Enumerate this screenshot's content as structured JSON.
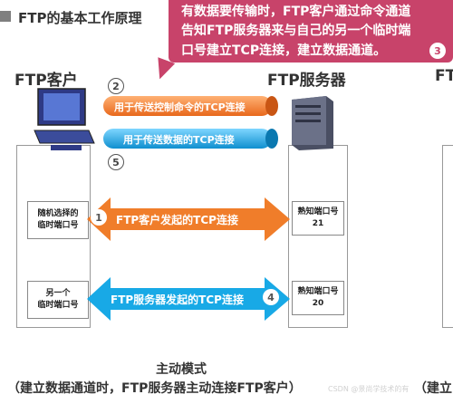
{
  "header": {
    "title": "FTP的基本工作原理"
  },
  "callout": {
    "lines": [
      "有数据要传输时，FTP客户通过命令通道",
      "告知FTP服务器来与自己的另一个临时端",
      "口号建立TCP连接，建立数据通道。"
    ],
    "step": "3"
  },
  "client": {
    "title": "FTP客户"
  },
  "server": {
    "title": "FTP服务器"
  },
  "right_cut_title": "FT",
  "pipes": {
    "control": {
      "label": "用于传送控制命令的TCP连接",
      "step": "2"
    },
    "data": {
      "label": "用于传送数据的TCP连接",
      "step": "5"
    }
  },
  "connections": {
    "client_initiated": {
      "label": "FTP客户发起的TCP连接",
      "step": "1"
    },
    "server_initiated": {
      "label": "FTP服务器发起的TCP连接",
      "step": "4"
    }
  },
  "ports": {
    "client_random": "随机选择的\n临时端口号",
    "client_other": "另一个\n临时端口号",
    "server_known_21": "熟知端口号\n21",
    "server_known_20": "熟知端口号\n20"
  },
  "caption": {
    "mode": "主动模式",
    "note": "（建立数据通道时，FTP服务器主动连接FTP客户）",
    "cut_right": "（建立"
  },
  "watermark": "CSDN @景尚学技术的有",
  "colors": {
    "callout": "#c8436a",
    "orange": "#f07d2a",
    "blue": "#18a9e6"
  }
}
